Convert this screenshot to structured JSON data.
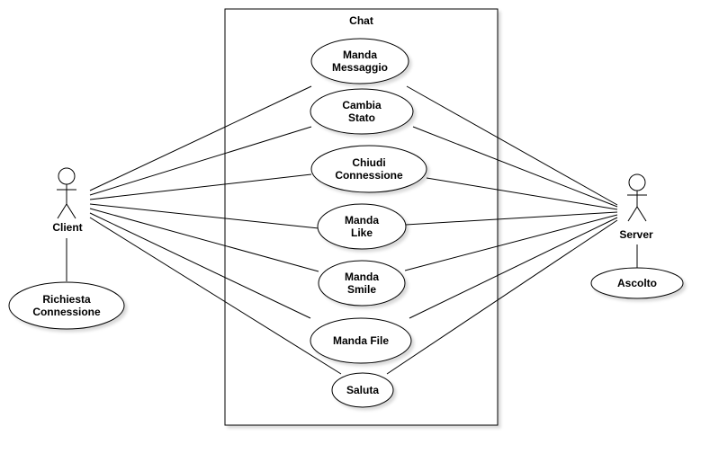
{
  "system": {
    "title": "Chat"
  },
  "actors": {
    "client": {
      "label": "Client"
    },
    "server": {
      "label": "Server"
    }
  },
  "use_cases": {
    "manda_messaggio": {
      "line1": "Manda",
      "line2": "Messaggio"
    },
    "cambia_stato": {
      "line1": "Cambia",
      "line2": "Stato"
    },
    "chiudi_connessione": {
      "line1": "Chiudi",
      "line2": "Connessione"
    },
    "manda_like": {
      "line1": "Manda",
      "line2": "Like"
    },
    "manda_smile": {
      "line1": "Manda",
      "line2": "Smile"
    },
    "manda_file": {
      "line1": "Manda File"
    },
    "saluta": {
      "line1": "Saluta"
    }
  },
  "external_use_cases": {
    "richiesta_connessione": {
      "line1": "Richiesta",
      "line2": "Connessione"
    },
    "ascolto": {
      "line1": "Ascolto"
    }
  }
}
